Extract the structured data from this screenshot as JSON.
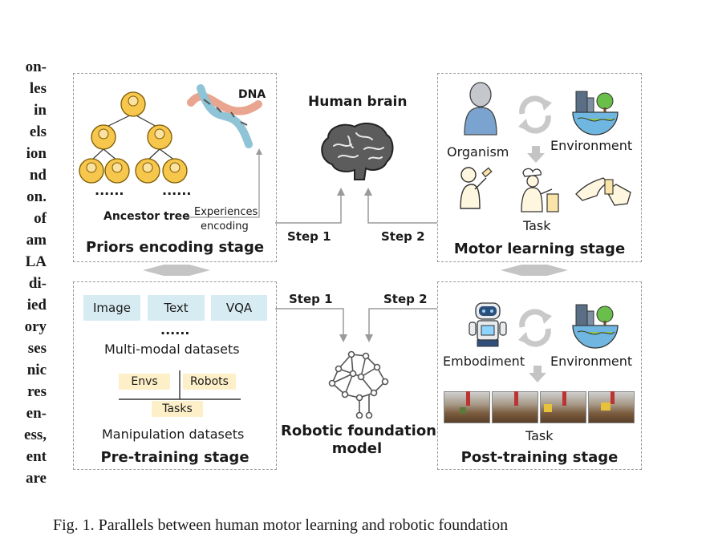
{
  "left_column_lines": [
    "on-",
    "les",
    "in",
    "els",
    "ion",
    "nd",
    "on.",
    "of",
    "am",
    "LA",
    "di-",
    "ied",
    "ory",
    "ses",
    "nic",
    "res",
    "en-",
    "ess,",
    "ent",
    "are"
  ],
  "priors": {
    "dna_label": "DNA",
    "ancestor_label": "Ancestor tree",
    "experiences_label": "Experiences",
    "encoding_label": "encoding",
    "dots": "......",
    "stage_title": "Priors encoding stage"
  },
  "brain": {
    "title": "Human brain"
  },
  "motor": {
    "organism_label": "Organism",
    "environment_label": "Environment",
    "task_label": "Task",
    "stage_title": "Motor learning stage"
  },
  "pretrain": {
    "chips": [
      "Image",
      "Text",
      "VQA"
    ],
    "dots": "......",
    "multimodal_label": "Multi-modal datasets",
    "envs_label": "Envs",
    "robots_label": "Robots",
    "tasks_label": "Tasks",
    "manipulation_label": "Manipulation datasets",
    "stage_title": "Pre-training stage"
  },
  "robot_model": {
    "line1": "Robotic foundation",
    "line2": "model"
  },
  "posttrain": {
    "embodiment_label": "Embodiment",
    "environment_label": "Environment",
    "task_label": "Task",
    "stage_title": "Post-training stage"
  },
  "steps": {
    "step1_top": "Step 1",
    "step2_top": "Step 2",
    "step1_bottom": "Step 1",
    "step2_bottom": "Step 2"
  },
  "caption": "Fig. 1.   Parallels between human motor learning and robotic foundation"
}
